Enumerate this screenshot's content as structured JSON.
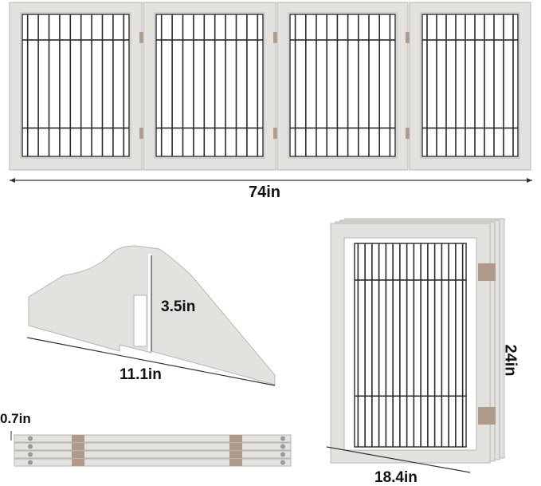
{
  "dimensions": {
    "total_width": "74in",
    "foot_height": "3.5in",
    "foot_length": "11.1in",
    "panel_height": "24in",
    "panel_thickness": "0.7in",
    "panel_width": "18.4in"
  },
  "colors": {
    "frame": "#e4e2df",
    "frame_edge": "#b9b6b2",
    "wire": "#2a2a2a",
    "hinge": "#b09a8a"
  }
}
